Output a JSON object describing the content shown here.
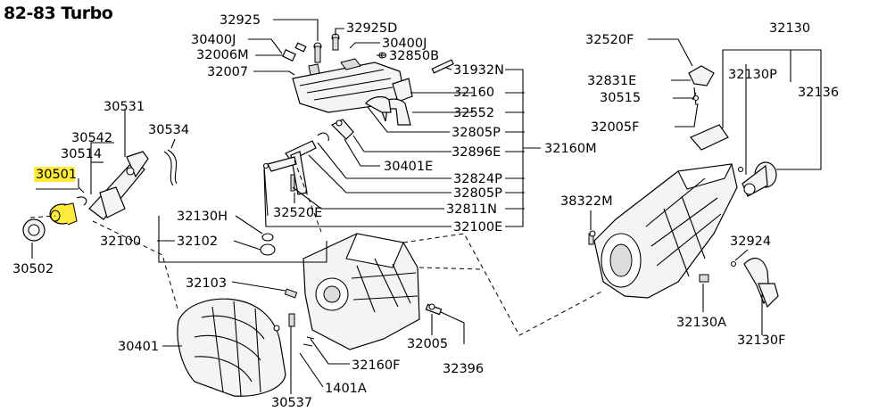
{
  "title": "82-83 Turbo",
  "labels": {
    "p32925": "32925",
    "p32925D": "32925D",
    "p30400J_a": "30400J",
    "p30400J_b": "30400J",
    "p32006M": "32006M",
    "p32850B": "32850B",
    "p32007": "32007",
    "p31932N": "31932N",
    "p32160": "32160",
    "p32552": "32552",
    "p32805P_a": "32805P",
    "p32896E": "32896E",
    "p32160M": "32160M",
    "p30401E": "30401E",
    "p32824P": "32824P",
    "p32805P_b": "32805P",
    "p32811N": "32811N",
    "p32100E": "32100E",
    "p32520E": "32520E",
    "p30531": "30531",
    "p30534": "30534",
    "p30542": "30542",
    "p30514": "30514",
    "p30501": "30501",
    "p30502": "30502",
    "p32130H": "32130H",
    "p32100": "32100",
    "p32102": "32102",
    "p32103": "32103",
    "p30401": "30401",
    "p30537": "30537",
    "p1401A": "1401A",
    "p32160F": "32160F",
    "p32005": "32005",
    "p32396": "32396",
    "p32520F": "32520F",
    "p32130": "32130",
    "p32130P": "32130P",
    "p32136": "32136",
    "p32831E": "32831E",
    "p30515": "30515",
    "p32005F": "32005F",
    "p38322M": "38322M",
    "p32924": "32924",
    "p32130A": "32130A",
    "p32130F": "32130F"
  },
  "highlight": {
    "part": "30501",
    "color": "#ffeb3b"
  }
}
